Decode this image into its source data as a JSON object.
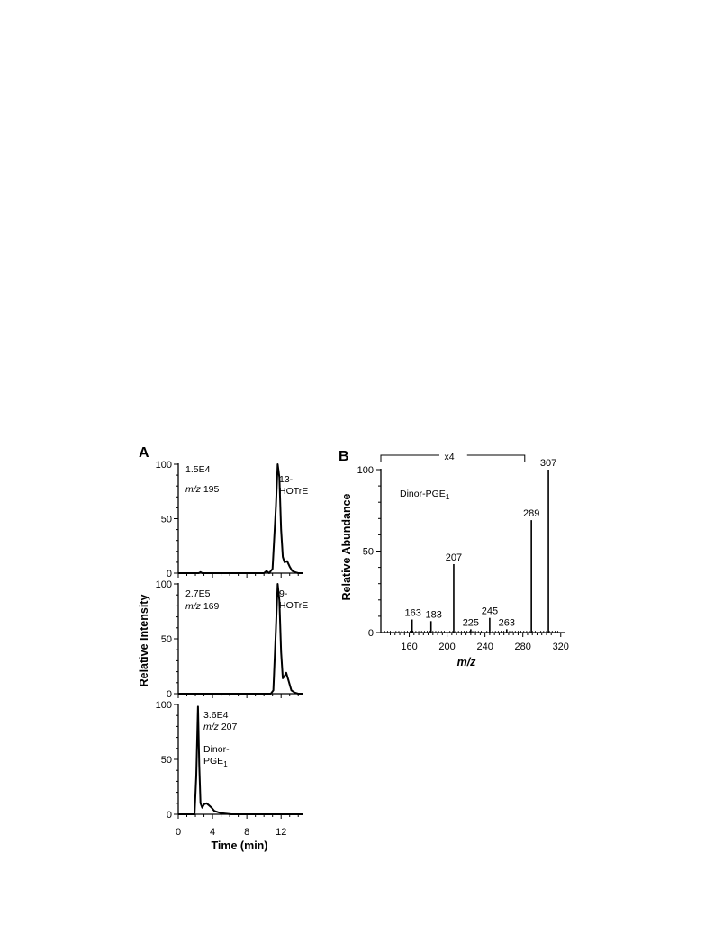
{
  "panel_a": {
    "label": "A",
    "ylabel": "Relative Intensity",
    "xlabel": "Time (min)",
    "x_ticks": [
      "0",
      "4",
      "8",
      "12"
    ],
    "y_ticks": [
      "0",
      "50",
      "100"
    ],
    "traces": [
      {
        "intensity": "1.5E4",
        "mz_prefix": "m/z",
        "mz_value": "195",
        "peak_label_line1": "13-",
        "peak_label_line2": "HOTrE"
      },
      {
        "intensity": "2.7E5",
        "mz_prefix": "m/z",
        "mz_value": "169",
        "peak_label_line1": "9-",
        "peak_label_line2": "HOTrE"
      },
      {
        "intensity": "3.6E4",
        "mz_prefix": "m/z",
        "mz_value": "207",
        "peak_label_line1": "Dinor-",
        "peak_label_line2": "PGE",
        "peak_label_sub": "1"
      }
    ]
  },
  "panel_b": {
    "label": "B",
    "ylabel": "Relative Abundance",
    "xlabel": "m/z",
    "compound": "Dinor-PGE",
    "compound_sub": "1",
    "bracket_label": "x4",
    "x_ticks": [
      "160",
      "200",
      "240",
      "280",
      "320"
    ],
    "y_ticks": [
      "0",
      "50",
      "100"
    ],
    "peak_labels": [
      "163",
      "183",
      "207",
      "225",
      "245",
      "263",
      "289",
      "307"
    ]
  },
  "chart_data": [
    {
      "type": "line",
      "title": "",
      "xlabel": "Time (min)",
      "ylabel": "Relative Intensity",
      "xlim": [
        0,
        14.5
      ],
      "ylim": [
        0,
        100
      ],
      "series": [
        {
          "name": "m/z 195",
          "x": [
            0,
            2.4,
            2.6,
            2.8,
            10,
            10.3,
            10.6,
            11,
            11.4,
            11.6,
            11.8,
            12,
            12.2,
            12.4,
            12.7,
            13,
            13.3,
            13.6,
            14,
            14.5
          ],
          "y": [
            0,
            0,
            1,
            0,
            0,
            2,
            0,
            4,
            62,
            100,
            88,
            40,
            15,
            10,
            11,
            6,
            2,
            1,
            0,
            0
          ]
        },
        {
          "name": "m/z 169",
          "x": [
            0,
            10.8,
            11.1,
            11.4,
            11.6,
            11.8,
            12,
            12.2,
            12.4,
            12.6,
            12.9,
            13.2,
            13.6,
            14,
            14.5
          ],
          "y": [
            0,
            0,
            3,
            60,
            100,
            85,
            38,
            14,
            16,
            19,
            11,
            3,
            1,
            0,
            0
          ]
        },
        {
          "name": "m/z 207",
          "x": [
            0,
            1.9,
            2.1,
            2.3,
            2.45,
            2.6,
            2.8,
            3.0,
            3.3,
            3.6,
            3.9,
            4.2,
            4.6,
            5.0,
            5.6,
            6.2,
            14.5
          ],
          "y": [
            0,
            0,
            35,
            98,
            45,
            10,
            6,
            9,
            10,
            8,
            6,
            3,
            2,
            1,
            0.5,
            0,
            0
          ]
        }
      ]
    },
    {
      "type": "bar",
      "title": "Dinor-PGE1",
      "xlabel": "m/z",
      "ylabel": "Relative Abundance",
      "xlim": [
        130,
        325
      ],
      "ylim": [
        0,
        100
      ],
      "magnification": {
        "label": "x4",
        "from": 130,
        "to": 282
      },
      "categories": [
        163,
        183,
        207,
        225,
        245,
        263,
        289,
        307
      ],
      "values": [
        8,
        7,
        42,
        2,
        9,
        2,
        69,
        100
      ]
    }
  ]
}
